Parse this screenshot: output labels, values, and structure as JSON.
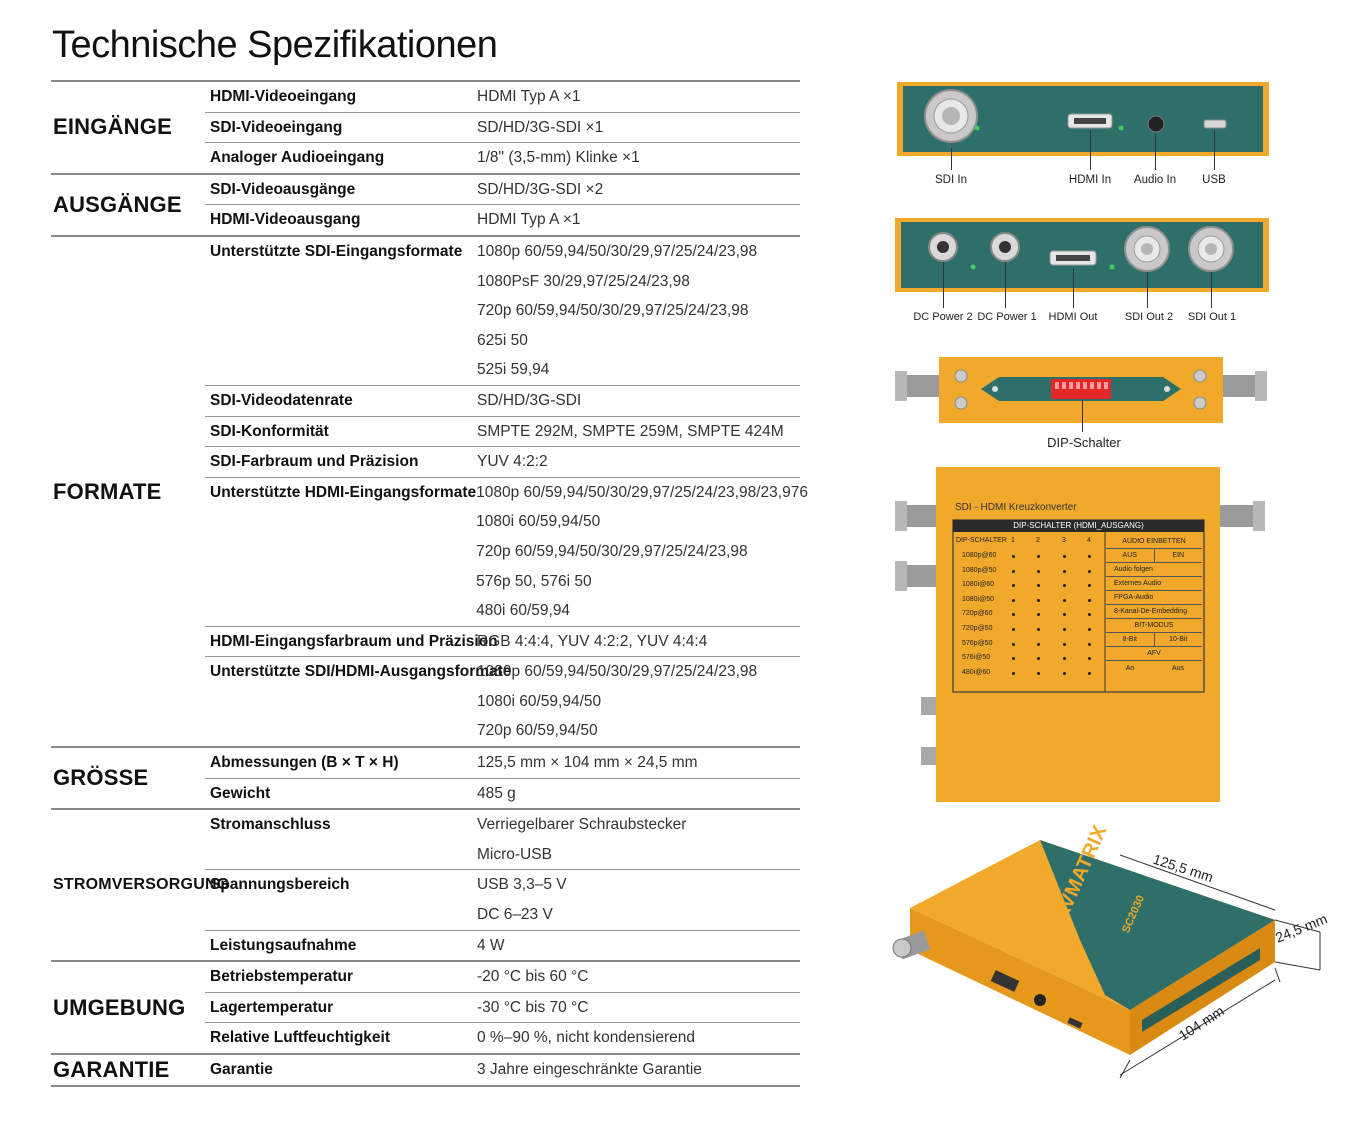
{
  "title": "Technische Spezifikationen",
  "sections": [
    {
      "label": "EINGÄNGE",
      "items": [
        {
          "name": "HDMI-Videoeingang",
          "values": [
            "HDMI Typ A ×1"
          ]
        },
        {
          "name": "SDI-Videoeingang",
          "values": [
            "SD/HD/3G-SDI ×1"
          ]
        },
        {
          "name": "Analoger Audioeingang",
          "values": [
            "1/8\" (3,5-mm) Klinke ×1"
          ]
        }
      ]
    },
    {
      "label": "AUSGÄNGE",
      "items": [
        {
          "name": "SDI-Videoausgänge",
          "values": [
            "SD/HD/3G-SDI ×2"
          ]
        },
        {
          "name": "HDMI-Videoausgang",
          "values": [
            "HDMI Typ A ×1"
          ]
        }
      ]
    },
    {
      "label": "FORMATE",
      "items": [
        {
          "name": "Unterstützte SDI-Eingangsformate",
          "values": [
            "1080p 60/59,94/50/30/29,97/25/24/23,98",
            "1080PsF 30/29,97/25/24/23,98",
            "720p 60/59,94/50/30/29,97/25/24/23,98",
            "625i 50",
            "525i 59,94"
          ]
        },
        {
          "name": "SDI-Videodatenrate",
          "values": [
            "SD/HD/3G-SDI"
          ]
        },
        {
          "name": "SDI-Konformität",
          "values": [
            "SMPTE 292M, SMPTE 259M, SMPTE 424M"
          ]
        },
        {
          "name": "SDI-Farbraum und Präzision",
          "values": [
            "YUV 4:2:2"
          ]
        },
        {
          "name": "Unterstützte HDMI-Eingangsformate",
          "values": [
            "1080p 60/59,94/50/30/29,97/25/24/23,98/23,976",
            "1080i 60/59,94/50",
            "720p 60/59,94/50/30/29,97/25/24/23,98",
            "576p 50, 576i 50",
            "480i 60/59,94"
          ]
        },
        {
          "name": "HDMI-Eingangsfarbraum und Präzision",
          "values": [
            "RGB 4:4:4, YUV 4:2:2, YUV 4:4:4"
          ]
        },
        {
          "name": "Unterstützte SDI/HDMI-Ausgangsformate",
          "values": [
            "1080p 60/59,94/50/30/29,97/25/24/23,98",
            "1080i 60/59,94/50",
            "720p 60/59,94/50"
          ]
        }
      ]
    },
    {
      "label": "GRÖSSE",
      "items": [
        {
          "name": "Abmessungen (B × T × H)",
          "values": [
            "125,5 mm × 104 mm × 24,5 mm"
          ]
        },
        {
          "name": "Gewicht",
          "values": [
            "485 g"
          ]
        }
      ]
    },
    {
      "label": "STROMVERSORGUNG",
      "small": true,
      "items": [
        {
          "name": "Stromanschluss",
          "values": [
            "Verriegelbarer Schraubstecker",
            "Micro-USB"
          ]
        },
        {
          "name": "Spannungsbereich",
          "values": [
            "USB 3,3–5 V",
            "DC 6–23 V"
          ]
        },
        {
          "name": "Leistungsaufnahme",
          "values": [
            "4 W"
          ]
        }
      ]
    },
    {
      "label": "UMGEBUNG",
      "items": [
        {
          "name": "Betriebstemperatur",
          "values": [
            "-20 °C bis 60 °C"
          ]
        },
        {
          "name": "Lagertemperatur",
          "values": [
            "-30 °C bis 70 °C"
          ]
        },
        {
          "name": "Relative Luftfeuchtigkeit",
          "values": [
            "0 %–90 %, nicht kondensierend"
          ]
        }
      ]
    },
    {
      "label": "GARANTIE",
      "items": [
        {
          "name": "Garantie",
          "values": [
            "3 Jahre eingeschränkte Garantie"
          ]
        }
      ]
    }
  ],
  "figures": {
    "input_panel": {
      "labels": [
        "SDI In",
        "HDMI In",
        "Audio In",
        "USB"
      ]
    },
    "output_panel": {
      "labels": [
        "DC Power 2",
        "DC Power 1",
        "HDMI Out",
        "SDI Out 2",
        "SDI Out 1"
      ]
    },
    "dip_panel": {
      "label": "DIP-Schalter"
    },
    "top_view": {
      "product_name": "SDI - HDMI Kreuzkonverter",
      "table_title": "DIP-SCHALTER (HDMI_AUSGANG)",
      "col_header": "DIP-SCHALTER",
      "switch_numbers": [
        "1",
        "2",
        "3",
        "4"
      ],
      "formats": [
        "1080p@60",
        "1080p@50",
        "1080i@60",
        "1080i@50",
        "720p@60",
        "720p@50",
        "576p@50",
        "576i@50",
        "480i@60"
      ],
      "audio_header": "AUDIO EINBETTEN",
      "aus": "AUS",
      "ein": "EIN",
      "audio_rows": [
        "Audio folgen",
        "Externes Audio",
        "FPGA-Audio",
        "8-Kanal-De-Embedding"
      ],
      "bit_header": "BIT-MODUS",
      "bit8": "8-Bit",
      "bit10": "10-Bit",
      "afv_header": "AFV",
      "an": "An",
      "aus2": "Aus"
    },
    "iso_view": {
      "brand": "AVMATRIX",
      "model": "SC2030",
      "width_label": "125,5 mm",
      "depth_label": "104 mm",
      "height_label": "24,5 mm"
    }
  },
  "colors": {
    "orange": "#f0a92a",
    "teal": "#2f6f6a",
    "rule": "#8a8a8a"
  }
}
